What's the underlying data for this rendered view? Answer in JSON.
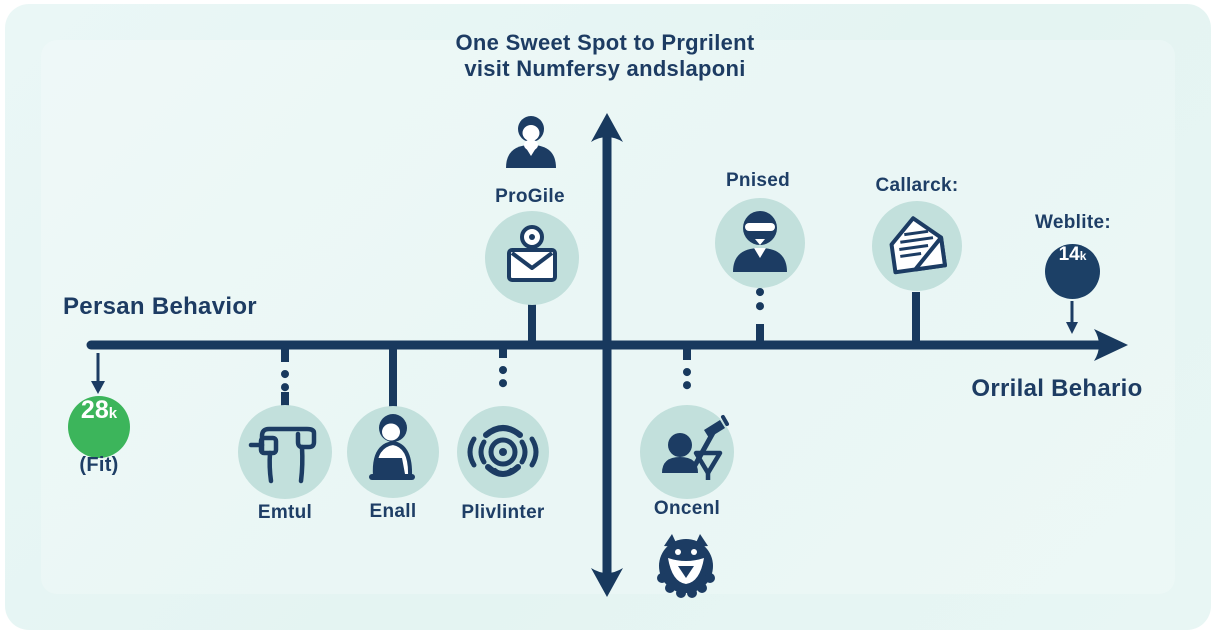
{
  "title": {
    "line1": "One Sweet Spot to Prgrilent",
    "line2": "visit Numfersy andslaponi"
  },
  "axis": {
    "left_label": "Persan Behavior",
    "right_label": "Orrilal Behario"
  },
  "top_nodes": {
    "profile": {
      "label": "ProGile",
      "icon": "person-icon + mail-badge-icon"
    },
    "prised": {
      "label": "Pnised",
      "icon": "visor-person-icon"
    },
    "callback": {
      "label": "Callarck:",
      "icon": "open-letter-icon"
    },
    "website": {
      "label": "Weblite:",
      "value": "14",
      "unit": "k"
    }
  },
  "fit": {
    "value": "28",
    "unit": "k",
    "label": "(Fit)"
  },
  "bottom_nodes": [
    {
      "label": "Emtul",
      "icon": "bench-table-icon"
    },
    {
      "label": "Enall",
      "icon": "laptop-person-icon"
    },
    {
      "label": "Plivlinter",
      "icon": "broadcast-target-icon"
    },
    {
      "label": "Oncenl",
      "icon": "gavel-person-icon"
    }
  ],
  "decor": {
    "creature_icon": "owl-creature-icon"
  },
  "colors": {
    "navy": "#1c3c63",
    "axis": "#18395e",
    "teal_circle": "#c2e0dc",
    "green": "#3cb55b",
    "dark_circle": "#1c4066",
    "panel": "#e7f5f4"
  }
}
